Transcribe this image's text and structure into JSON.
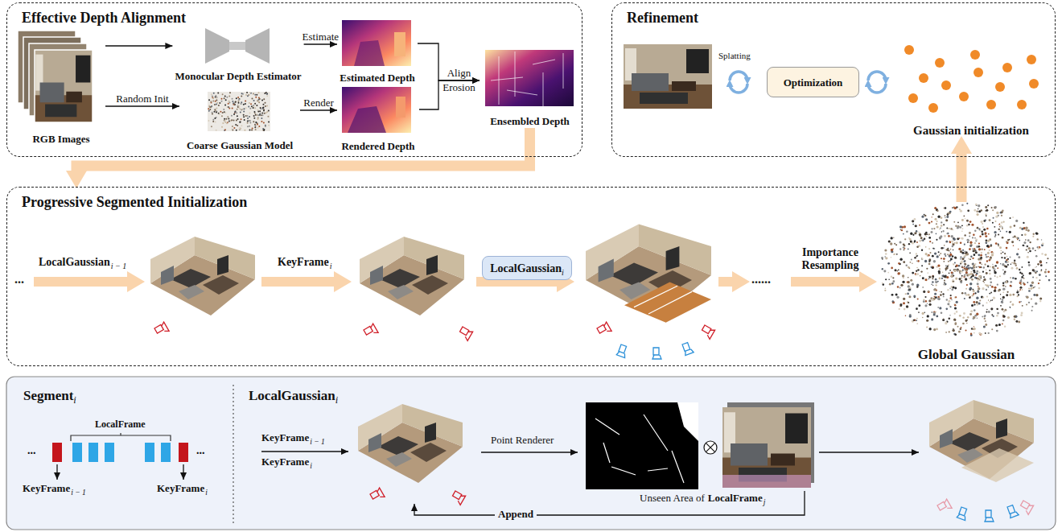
{
  "diagram": {
    "nodes": [
      {
        "text": [
          "Effective Depth Alignment"
        ]
      },
      {
        "text": [
          "RGB Images"
        ],
        "in": 0
      },
      {
        "text": [
          "Monocular Depth Estimator"
        ],
        "in": 0
      },
      {
        "text": [
          "Estimated Depth"
        ],
        "in": 0
      },
      {
        "text": [
          "Coarse Gaussian Model"
        ],
        "in": 0
      },
      {
        "text": [
          "Rendered Depth"
        ],
        "in": 0
      },
      {
        "text": [
          "Ensembled Depth"
        ],
        "in": 0
      },
      {
        "text": [
          "Refinement"
        ]
      },
      {
        "text": [
          "Optimization"
        ],
        "in": 7
      },
      {
        "text": [
          "Gaussian initialization"
        ],
        "in": 7
      },
      {
        "text": [
          "Progressive Segmented Initialization"
        ]
      },
      {
        "text": [
          "LocalGaussian",
          "i"
        ],
        "in": 10
      },
      {
        "text": [
          "Global Gaussian"
        ],
        "in": 10
      },
      {
        "text": [
          "Segment",
          "i"
        ]
      },
      {
        "text": [
          "LocalGaussian",
          "i"
        ]
      }
    ],
    "edges": [
      {
        "from": 1,
        "to": 2,
        "arrow": "to"
      },
      {
        "from": 2,
        "to": 3,
        "label": "Estimate",
        "arrow": "to"
      },
      {
        "from": 1,
        "to": 4,
        "label": "Random Init",
        "arrow": "to"
      },
      {
        "from": 4,
        "to": 5,
        "label": "Render",
        "arrow": "to"
      },
      {
        "from": 3,
        "to": 6,
        "label": "Align",
        "arrow": "to"
      },
      {
        "from": 5,
        "to": 6,
        "label": "Erosion",
        "arrow": "to"
      },
      {
        "from": 6,
        "to": 10,
        "arrow": "to"
      },
      {
        "from": 12,
        "to": 9,
        "arrow": "to"
      }
    ],
    "labels": [
      "Splatting",
      "...",
      "LocalGaussian",
      "i − 1",
      "KeyFrame",
      "i",
      "......",
      "Importance Resampling",
      "LocalFrame",
      "...",
      "...",
      "KeyFrame",
      "i − 1",
      "KeyFrame",
      "i",
      "KeyFrame",
      "i − 1",
      "KeyFrame",
      "i",
      "Point Renderer",
      "Unseen Area of",
      "LocalFrame",
      "j",
      "Append"
    ]
  }
}
